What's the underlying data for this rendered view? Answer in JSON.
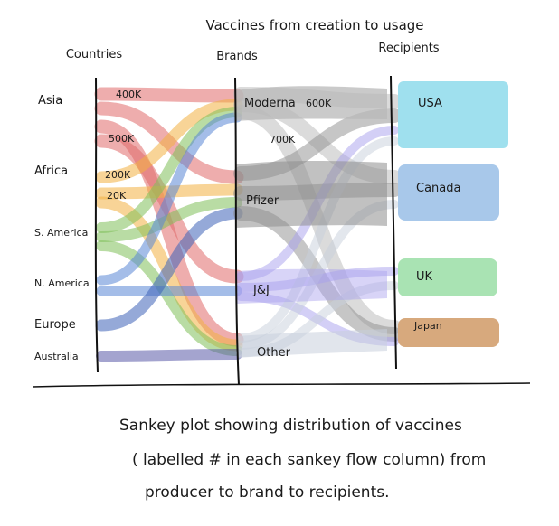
{
  "title": "Vaccines from creation to usage",
  "columns": {
    "countries": "Countries",
    "brands": "Brands",
    "recipients": "Recipients"
  },
  "countries": [
    "Asia",
    "Africa",
    "S. America",
    "N. America",
    "Europe",
    "Australia"
  ],
  "brands": [
    "Moderna",
    "Pfizer",
    "J&J",
    "Other"
  ],
  "recipients": [
    "USA",
    "Canada",
    "UK",
    "Japan"
  ],
  "node_values": {
    "asia": "400K",
    "asia_2": "500K",
    "africa": "200K",
    "africa_2": "20K",
    "moderna": "600K",
    "moderna_2": "700K"
  },
  "caption": {
    "line1": "Sankey plot showing distribution of vaccines",
    "line2": "( labelled # in each sankey flow column) from",
    "line3": "producer to brand to recipients."
  },
  "colors": {
    "asia": "#e06a6a",
    "africa": "#f2b041",
    "s_america": "#7fbf5a",
    "n_america": "#5a86d6",
    "europe": "#3e62b8",
    "australia": "#5a5aa8",
    "moderna": "#b8b8b8",
    "pfizer": "#8e8e8e",
    "jj": "#a8a0ee",
    "other": "#c8d0dc",
    "usa": "#9fe0ee",
    "canada": "#a8c8ea",
    "uk": "#a9e3b3",
    "japan": "#d7a97d"
  },
  "flows": {
    "countries_to_brands": [
      {
        "from": "Asia",
        "to": "Moderna",
        "color": "asia"
      },
      {
        "from": "Asia",
        "to": "Pfizer",
        "color": "asia"
      },
      {
        "from": "Asia",
        "to": "Other",
        "color": "asia"
      },
      {
        "from": "Asia",
        "to": "J&J",
        "color": "asia"
      },
      {
        "from": "Africa",
        "to": "Moderna",
        "color": "africa"
      },
      {
        "from": "Africa",
        "to": "Pfizer",
        "color": "africa"
      },
      {
        "from": "Africa",
        "to": "Other",
        "color": "africa"
      },
      {
        "from": "S. America",
        "to": "Moderna",
        "color": "s_america"
      },
      {
        "from": "S. America",
        "to": "Pfizer",
        "color": "s_america"
      },
      {
        "from": "S. America",
        "to": "Other",
        "color": "s_america"
      },
      {
        "from": "N. America",
        "to": "Moderna",
        "color": "n_america"
      },
      {
        "from": "N. America",
        "to": "J&J",
        "color": "n_america"
      },
      {
        "from": "Europe",
        "to": "Pfizer",
        "color": "europe"
      },
      {
        "from": "Australia",
        "to": "Other",
        "color": "australia"
      }
    ],
    "brands_to_recipients": [
      {
        "from": "Moderna",
        "to": "USA",
        "color": "moderna"
      },
      {
        "from": "Moderna",
        "to": "Canada",
        "color": "moderna"
      },
      {
        "from": "Moderna",
        "to": "Japan",
        "color": "moderna"
      },
      {
        "from": "Pfizer",
        "to": "USA",
        "color": "pfizer"
      },
      {
        "from": "Pfizer",
        "to": "Canada",
        "color": "pfizer"
      },
      {
        "from": "Pfizer",
        "to": "Japan",
        "color": "pfizer"
      },
      {
        "from": "J&J",
        "to": "USA",
        "color": "jj"
      },
      {
        "from": "J&J",
        "to": "UK",
        "color": "jj"
      },
      {
        "from": "J&J",
        "to": "Japan",
        "color": "jj"
      },
      {
        "from": "Other",
        "to": "USA",
        "color": "other"
      },
      {
        "from": "Other",
        "to": "Canada",
        "color": "other"
      },
      {
        "from": "Other",
        "to": "UK",
        "color": "other"
      }
    ]
  }
}
